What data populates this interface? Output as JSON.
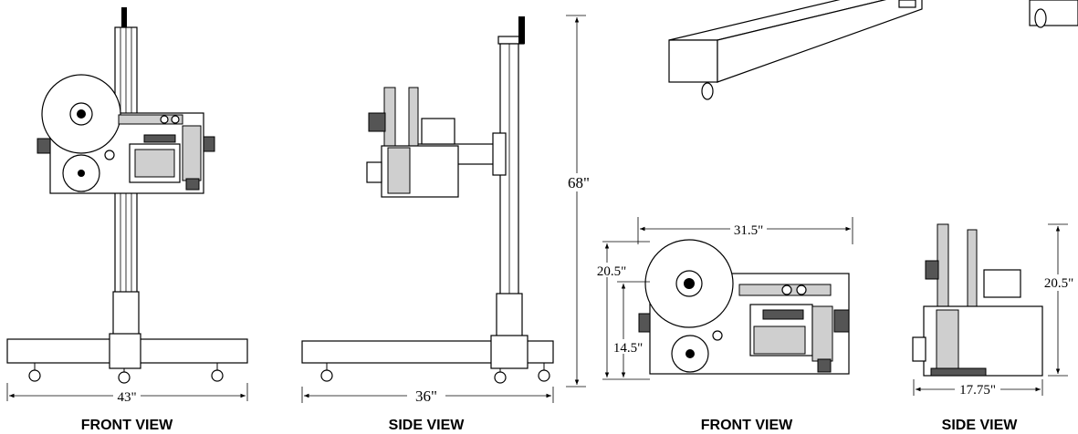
{
  "views": {
    "front_stand": {
      "caption": "FRONT VIEW",
      "width_dim": "43\""
    },
    "side_stand": {
      "caption": "SIDE VIEW",
      "width_dim": "36\"",
      "height_dim": "68\""
    },
    "front_unit": {
      "caption": "FRONT VIEW",
      "width_dim": "31.5\"",
      "height_dim_outer": "20.5\"",
      "height_dim_inner": "14.5\""
    },
    "side_unit": {
      "caption": "SIDE VIEW",
      "width_dim": "17.75\"",
      "height_dim": "20.5\""
    }
  }
}
